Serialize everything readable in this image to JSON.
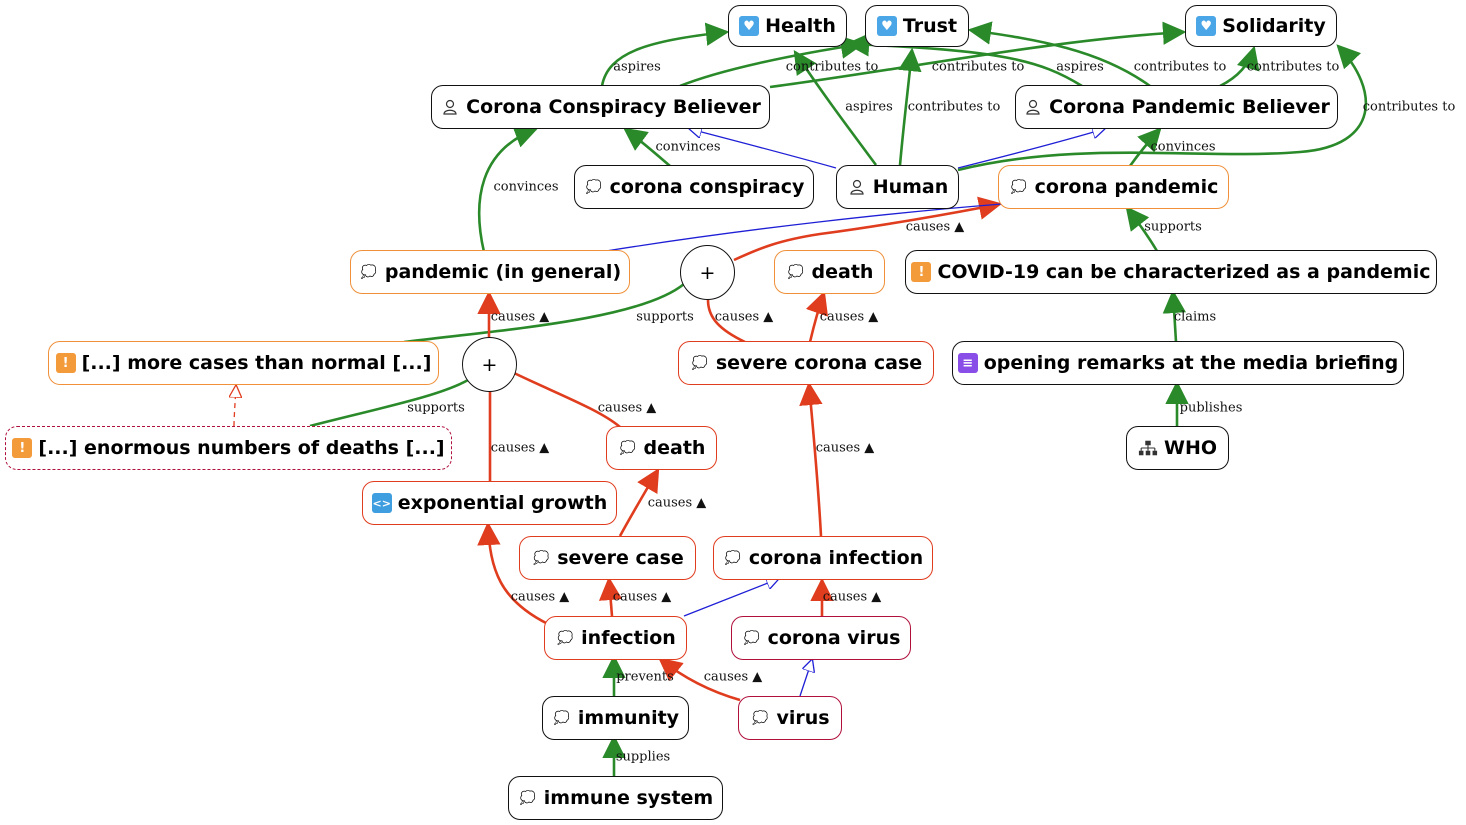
{
  "colors": {
    "green": "#2a8a2a",
    "red": "#e03c1e",
    "blue": "#1f1fd6",
    "orange_border": "#f0903a",
    "crimson_border": "#b0103c"
  },
  "nodes": {
    "health": {
      "label": "Health",
      "icon": "heart-icon"
    },
    "trust": {
      "label": "Trust",
      "icon": "heart-icon"
    },
    "solidarity": {
      "label": "Solidarity",
      "icon": "heart-icon"
    },
    "conspiracy_believer": {
      "label": "Corona Conspiracy Believer",
      "icon": "person-icon"
    },
    "pandemic_believer": {
      "label": "Corona Pandemic Believer",
      "icon": "person-icon"
    },
    "corona_conspiracy": {
      "label": "corona conspiracy",
      "icon": "thought-icon"
    },
    "human": {
      "label": "Human",
      "icon": "person-icon"
    },
    "corona_pandemic": {
      "label": "corona pandemic",
      "icon": "thought-icon"
    },
    "pandemic_general": {
      "label": "pandemic (in general)",
      "icon": "thought-icon"
    },
    "death_top": {
      "label": "death",
      "icon": "thought-icon"
    },
    "covid_claim": {
      "label": "COVID-19 can be characterized as a pandemic",
      "icon": "warning-icon"
    },
    "more_cases": {
      "label": "[...] more cases than normal [...]",
      "icon": "warning-icon"
    },
    "severe_corona_case": {
      "label": "severe corona case",
      "icon": "thought-icon"
    },
    "opening_remarks": {
      "label": "opening remarks at the media briefing",
      "icon": "document-icon"
    },
    "enormous_deaths": {
      "label": "[...] enormous numbers of deaths [...]",
      "icon": "warning-icon"
    },
    "death_mid": {
      "label": "death",
      "icon": "thought-icon"
    },
    "who": {
      "label": "WHO",
      "icon": "organization-icon"
    },
    "exp_growth": {
      "label": "exponential growth",
      "icon": "code-icon"
    },
    "severe_case": {
      "label": "severe case",
      "icon": "thought-icon"
    },
    "corona_infection": {
      "label": "corona infection",
      "icon": "thought-icon"
    },
    "infection": {
      "label": "infection",
      "icon": "thought-icon"
    },
    "corona_virus": {
      "label": "corona virus",
      "icon": "thought-icon"
    },
    "immunity": {
      "label": "immunity",
      "icon": "thought-icon"
    },
    "virus": {
      "label": "virus",
      "icon": "thought-icon"
    },
    "immune_system": {
      "label": "immune system",
      "icon": "thought-icon"
    }
  },
  "junctions": {
    "j1": "+",
    "j2": "+"
  },
  "edge_labels": {
    "aspires_1": "aspires",
    "contributes_to_1": "contributes to",
    "contributes_to_2": "contributes to",
    "aspires_2": "aspires",
    "contributes_to_3": "contributes to",
    "contributes_to_4": "contributes to",
    "aspires_3": "aspires",
    "contributes_to_5": "contributes to",
    "contributes_to_6": "contributes to",
    "convinces_1": "convinces",
    "convinces_2": "convinces",
    "convinces_3": "convinces",
    "causes_1": "causes ▲",
    "supports_1": "supports",
    "causes_2": "causes ▲",
    "supports_2": "supports",
    "causes_3": "causes ▲",
    "causes_4": "causes ▲",
    "claims": "claims",
    "supports_3": "supports",
    "causes_5": "causes ▲",
    "publishes": "publishes",
    "causes_6": "causes ▲",
    "causes_7": "causes ▲",
    "causes_8": "causes ▲",
    "causes_9": "causes ▲",
    "causes_10": "causes ▲",
    "causes_11": "causes ▲",
    "causes_12": "causes ▲",
    "prevents": "prevents",
    "supplies": "supplies"
  }
}
